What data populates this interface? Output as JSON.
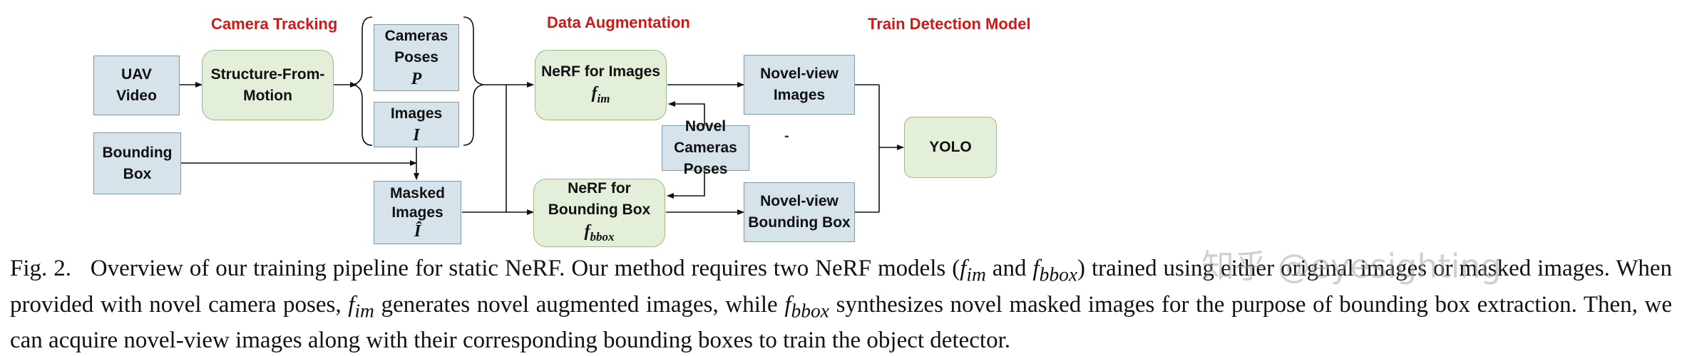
{
  "colors": {
    "section_title": "#cc1a1a",
    "blue_box_fill": "#d6e3ea",
    "blue_box_border": "#7f99aa",
    "green_box_fill": "#e3efd9",
    "green_box_border": "#9cb98a",
    "arrow": "#111111"
  },
  "sections": {
    "camera_tracking": "Camera Tracking",
    "data_augmentation": "Data Augmentation",
    "train_detection": "Train Detection Model"
  },
  "nodes": {
    "uav_video": {
      "line1": "UAV",
      "line2": "Video"
    },
    "bounding_box": {
      "label": "Bounding Box"
    },
    "sfm": {
      "line1": "Structure-From-",
      "line2": "Motion"
    },
    "camera_poses": {
      "label": "Cameras Poses",
      "symbol": "P"
    },
    "images": {
      "label": "Images",
      "symbol": "I"
    },
    "masked_images": {
      "line1": "Masked",
      "line2": "Images",
      "symbol": "Î"
    },
    "nerf_images": {
      "label": "NeRF for Images",
      "symbol_base": "f",
      "symbol_sub": "im"
    },
    "nerf_bbox": {
      "label": "NeRF for Bounding Box",
      "symbol_base": "f",
      "symbol_sub": "bbox"
    },
    "novel_cameras": {
      "line1": "Novel Cameras",
      "line2": "Poses"
    },
    "novel_images": {
      "label": "Novel-view Images"
    },
    "novel_bbox": {
      "line1": "Novel-view",
      "line2": "Bounding Box"
    },
    "yolo": {
      "label": "YOLO"
    },
    "dot": "-"
  },
  "caption": {
    "fig_label": "Fig. 2.",
    "p1": "Overview of our training pipeline for static NeRF. Our method requires two NeRF models (",
    "f": "f",
    "im": "im",
    "and": " and ",
    "bbox": "bbox",
    "p2": ") trained using either original images or masked images. When provided with novel camera poses, ",
    "p3": " generates novel augmented images, while ",
    "p4": " synthesizes novel masked images for the purpose of bounding box extraction. Then, we can acquire novel-view images along with their corresponding bounding boxes to train the object detector."
  },
  "watermark": "知乎 @eyesighting"
}
